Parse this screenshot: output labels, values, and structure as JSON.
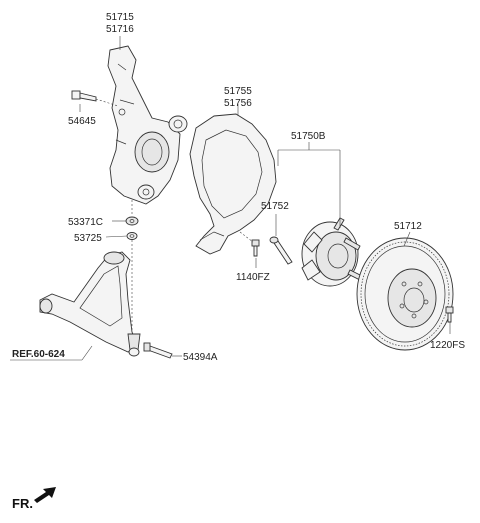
{
  "labels": {
    "knuckle_1": "51715",
    "knuckle_2": "51716",
    "bolt_54645": "54645",
    "shield_1": "51755",
    "shield_2": "51756",
    "hub_assy": "51750B",
    "hub_bolt": "51752",
    "nut_53371C": "53371C",
    "nut_53725": "53725",
    "screw_1140FZ": "1140FZ",
    "disc": "51712",
    "screw_1220FS": "1220FS",
    "bolt_54394A": "54394A",
    "ref": "REF.60-624",
    "fr": "FR."
  }
}
